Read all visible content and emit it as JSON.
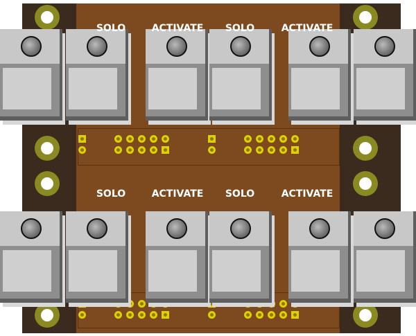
{
  "labels_top": [
    "SOLO",
    "ACTIVATE",
    "SOLO",
    "ACTIVATE"
  ],
  "labels_bottom": [
    "SOLO",
    "ACTIVATE",
    "SOLO",
    "ACTIVATE"
  ],
  "colors": {
    "board": "#3b2a1e",
    "copper": "#7c4a1e",
    "pad": "#e0d000",
    "hole_ring": "#8a8a22",
    "switch": "#c8c8c8"
  }
}
